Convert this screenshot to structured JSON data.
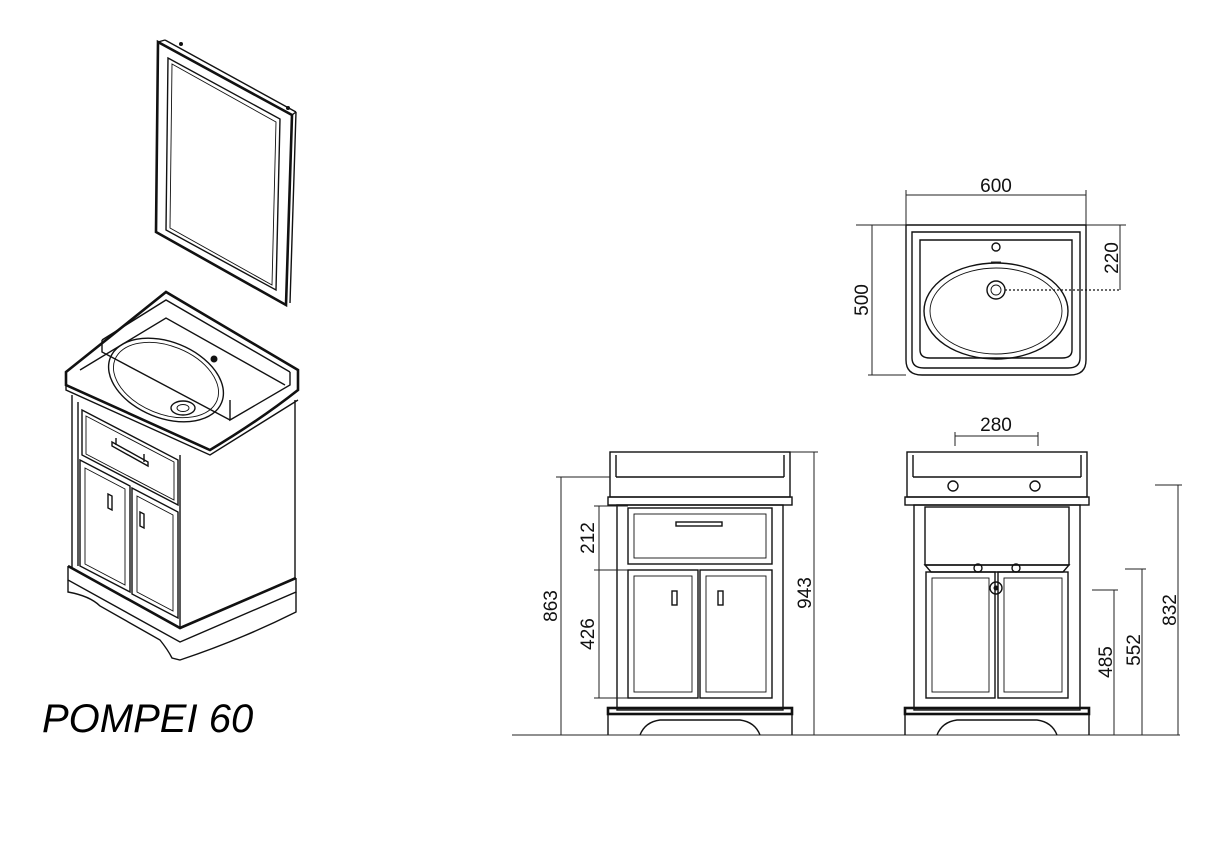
{
  "product_name": "POMPEI 60",
  "dimensions": {
    "top_width": "600",
    "top_depth": "500",
    "tap_hole_offset": "220",
    "side_width": "280",
    "front_drawer_height": "212",
    "front_door_height": "426",
    "front_body_height": "863",
    "front_total_height": "943",
    "side_h_485": "485",
    "side_h_552": "552",
    "side_h_832": "832"
  }
}
